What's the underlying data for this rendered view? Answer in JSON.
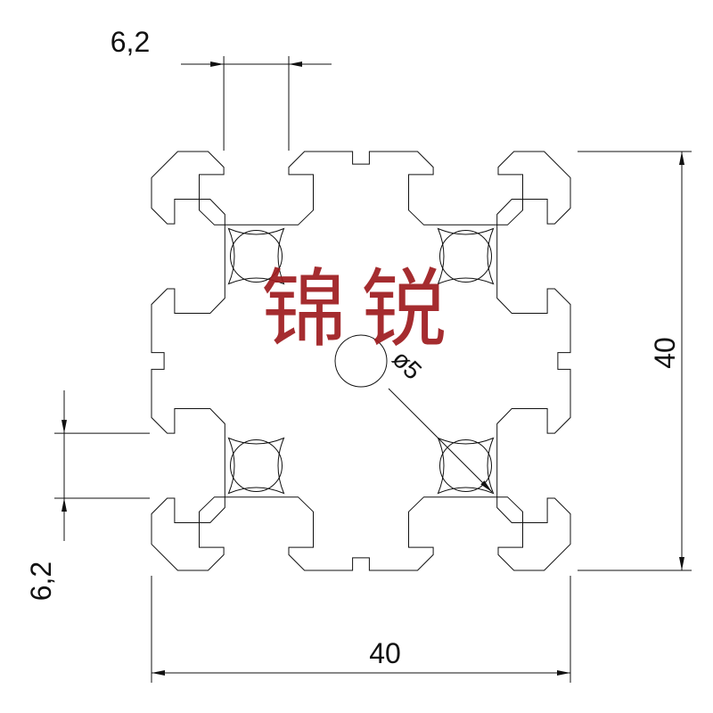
{
  "drawing": {
    "type": "technical-drawing",
    "subject": "40x40 aluminum extrusion profile cross-section",
    "dimensions": {
      "top_slot_width": "6,2",
      "left_slot_width": "6,2",
      "overall_height": "40",
      "overall_width": "40",
      "hole_diameter": "ø5"
    },
    "watermark": "锦锐"
  },
  "colors": {
    "line": "#111111",
    "background": "#ffffff",
    "watermark": "#9e1b1e"
  }
}
